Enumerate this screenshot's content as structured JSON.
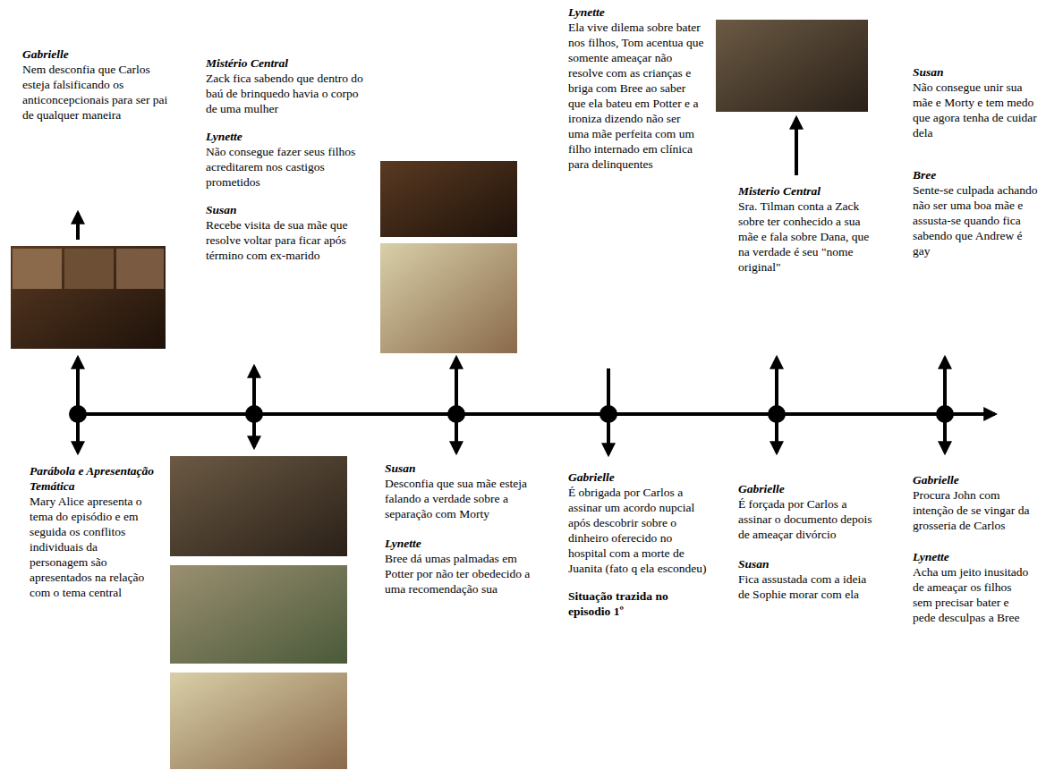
{
  "diagram": {
    "nodes": [
      {
        "text": [
          "Gabrielle",
          "Nem desconfia que Carlos esteja falsificando os anticoncepcionais para ser pai de qualquer maneira"
        ]
      },
      {
        "text": [
          "Parábola e Apresentação Temática",
          "Mary Alice apresenta o tema do episódio e em seguida os conflitos individuais da personagem são apresentados na relação com o tema central"
        ]
      },
      {
        "text": [
          "Mistério Central",
          "Zack fica sabendo que dentro do baú de brinquedo havia o corpo de uma mulher"
        ]
      },
      {
        "text": [
          "Lynette",
          "Não consegue fazer seus filhos acreditarem nos castigos prometidos"
        ]
      },
      {
        "text": [
          "Susan",
          "Recebe visita de sua mãe que resolve voltar para ficar após término com ex-marido"
        ]
      },
      {
        "text": [
          "Susan",
          "Desconfia que sua mãe esteja falando a verdade sobre a separação com Morty"
        ]
      },
      {
        "text": [
          "Lynette",
          "Bree dá umas palmadas em Potter por não ter obedecido a uma recomendação sua"
        ]
      },
      {
        "text": [
          "Lynette",
          "Ela vive dilema sobre bater nos filhos, Tom acentua que somente ameaçar não resolve com as crianças e briga com Bree ao saber que ela bateu em Potter e a ironiza dizendo não ser uma mãe perfeita com um filho internado em clínica para delinquentes"
        ]
      },
      {
        "text": [
          "Gabrielle",
          "É obrigada por Carlos a assinar um acordo nupcial após descobrir sobre o dinheiro oferecido no hospital com a morte de Juanita (fato q ela escondeu)",
          "Situação trazida no episodio 1º"
        ]
      },
      {
        "text": [
          "Misterio Central",
          "Sra. Tilman conta a Zack sobre ter conhecido a sua mãe e fala sobre Dana, que na verdade é seu \"nome original\""
        ]
      },
      {
        "text": [
          "Gabrielle",
          "É forçada por Carlos a assinar o documento depois de ameaçar divórcio"
        ]
      },
      {
        "text": [
          "Susan",
          "Fica assustada com a ideia de Sophie morar com ela"
        ]
      },
      {
        "text": [
          "Susan",
          "Não consegue unir sua mãe e Morty e tem medo que agora tenha de cuidar dela"
        ]
      },
      {
        "text": [
          "Bree",
          "Sente-se culpada achando não ser uma boa mãe e assusta-se quando fica sabendo que Andrew é gay"
        ]
      },
      {
        "text": [
          "Gabrielle",
          "Procura John com intenção de se vingar da grosseria de Carlos"
        ]
      },
      {
        "text": [
          "Lynette",
          "Acha um jeito inusitado de ameaçar os filhos sem precisar bater e pede desculpas a Bree"
        ]
      }
    ]
  }
}
